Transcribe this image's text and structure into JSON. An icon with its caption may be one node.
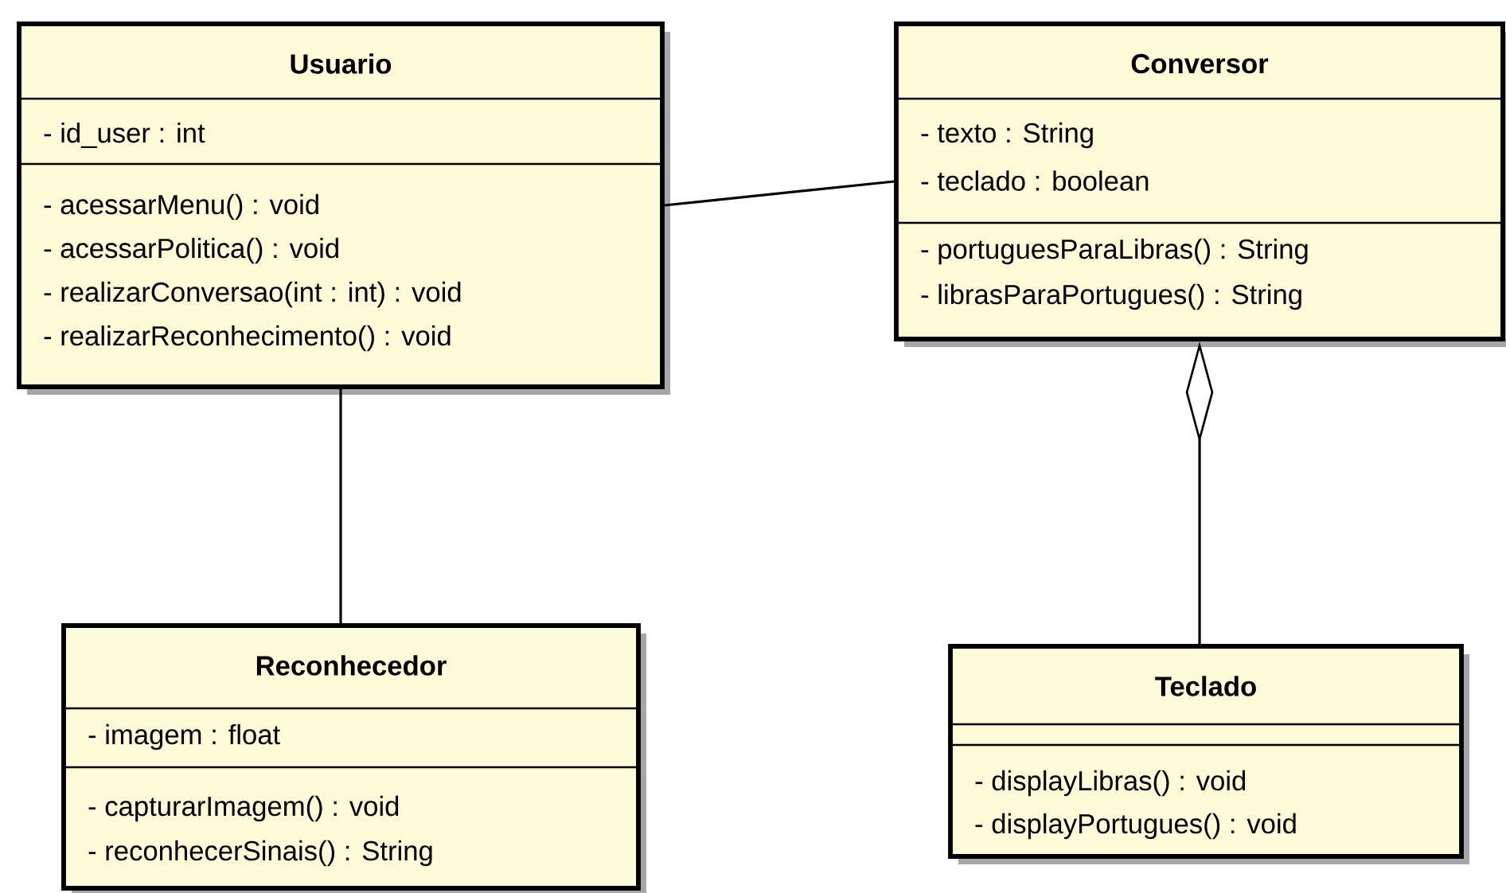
{
  "diagram": {
    "nodes": [
      {
        "text": [
          "Usuario",
          "- id_user : int",
          "- acessarMenu() : void",
          "- acessarPolitica() : void",
          "- realizarConversao(int : int) : void",
          "- realizarReconhecimento() : void"
        ]
      },
      {
        "text": [
          "Conversor",
          "- texto : String",
          "- teclado : boolean",
          "- portuguesParaLibras() : String",
          "- librasParaPortugues() : String"
        ]
      },
      {
        "text": [
          "Reconhecedor",
          "- imagem : float",
          "- capturarImagem() : void",
          "- reconhecerSinais() : String"
        ]
      },
      {
        "text": [
          "Teclado",
          "- displayLibras() : void",
          "- displayPortugues() : void"
        ]
      }
    ],
    "edges": [
      {
        "from": 0,
        "to": 1,
        "arrow": "none"
      },
      {
        "from": 0,
        "to": 2,
        "arrow": "none"
      },
      {
        "from": 1,
        "to": 3,
        "arrow": "other"
      }
    ]
  }
}
